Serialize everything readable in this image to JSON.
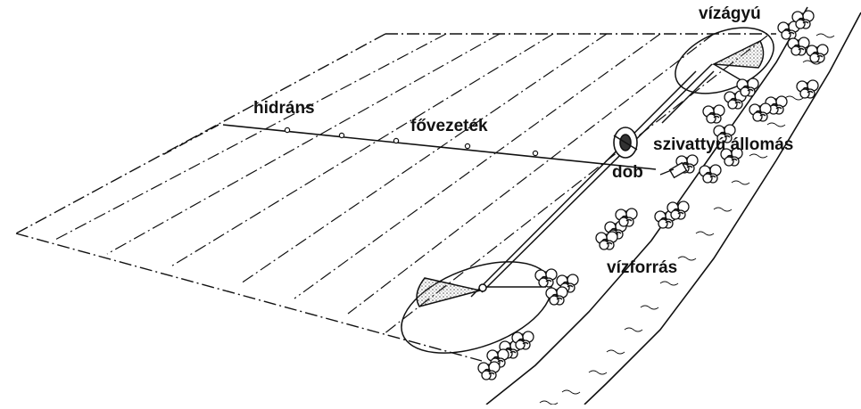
{
  "diagram": {
    "labels": {
      "water_gun": "vízágyú",
      "hydrant": "hidráns",
      "main_pipe": "fővezeték",
      "pump_station": "szivattyú állomás",
      "drum": "dob",
      "water_source": "vízforrás"
    }
  },
  "colors": {
    "ink": "#111111",
    "background": "#ffffff",
    "shade": "#9a9a9a"
  }
}
